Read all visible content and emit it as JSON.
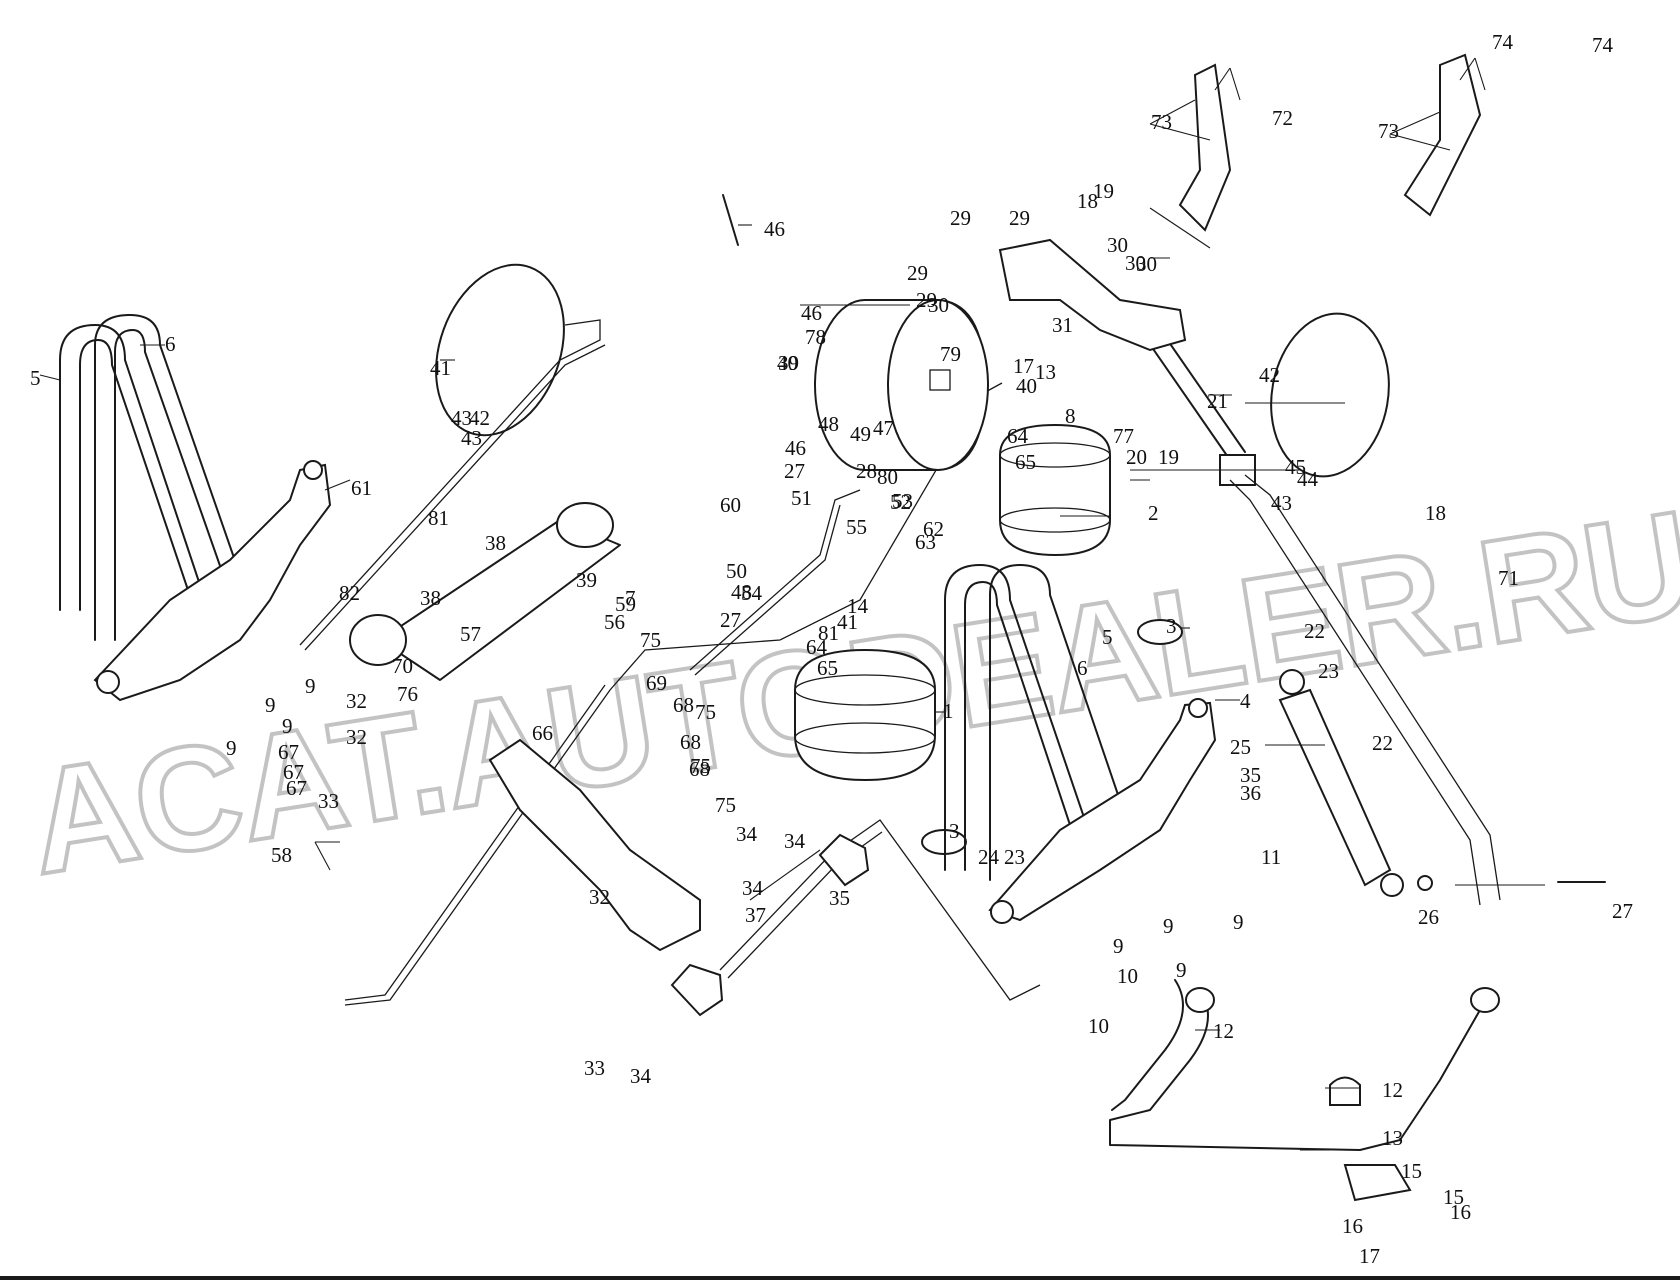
{
  "watermark": "ACAT.AUTODEALER.RU",
  "colors": {
    "line": "#1a1a1a",
    "background": "#ffffff",
    "watermark_outline": "#bdbdbd"
  },
  "callouts": [
    "1",
    "2",
    "3",
    "3",
    "4",
    "5",
    "5",
    "6",
    "6",
    "7",
    "8",
    "9",
    "9",
    "9",
    "9",
    "9",
    "9",
    "9",
    "9",
    "10",
    "10",
    "11",
    "12",
    "12",
    "13",
    "13",
    "14",
    "15",
    "15",
    "16",
    "16",
    "17",
    "17",
    "18",
    "18",
    "19",
    "19",
    "20",
    "21",
    "22",
    "22",
    "23",
    "23",
    "24",
    "25",
    "26",
    "27",
    "27",
    "27",
    "28",
    "29",
    "29",
    "29",
    "29",
    "30",
    "30",
    "30",
    "30",
    "31",
    "32",
    "32",
    "32",
    "33",
    "33",
    "34",
    "34",
    "34",
    "34",
    "35",
    "35",
    "36",
    "37",
    "38",
    "38",
    "39",
    "39",
    "40",
    "40",
    "41",
    "41",
    "42",
    "42",
    "43",
    "43",
    "43",
    "44",
    "45",
    "46",
    "46",
    "46",
    "47",
    "48",
    "48",
    "49",
    "50",
    "51",
    "52",
    "53",
    "54",
    "55",
    "56",
    "57",
    "58",
    "59",
    "60",
    "61",
    "62",
    "63",
    "64",
    "64",
    "65",
    "65",
    "66",
    "67",
    "67",
    "67",
    "68",
    "68",
    "68",
    "69",
    "70",
    "71",
    "72",
    "73",
    "73",
    "74",
    "74",
    "75",
    "75",
    "75",
    "75",
    "76",
    "77",
    "78",
    "79",
    "80",
    "81",
    "81",
    "82"
  ]
}
